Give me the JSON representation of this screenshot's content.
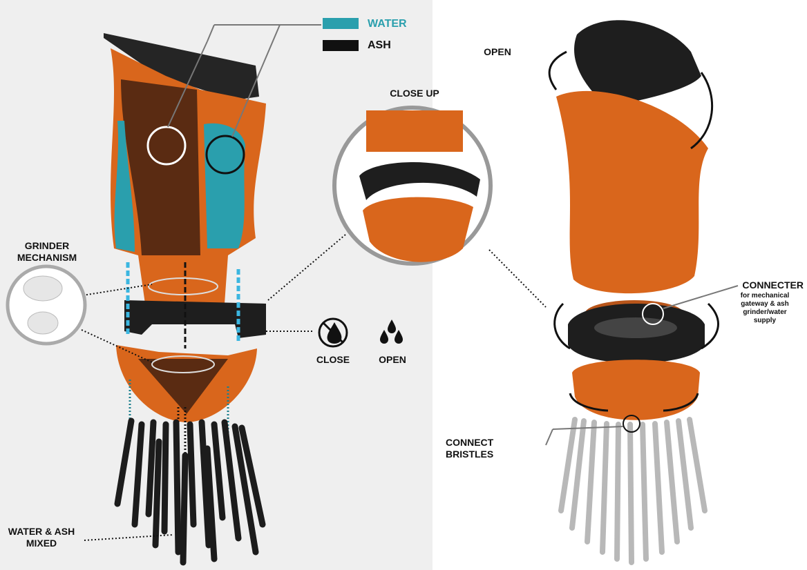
{
  "legend": {
    "water": {
      "label": "WATER",
      "color": "#2a9fad"
    },
    "ash": {
      "label": "ASH",
      "color": "#111111"
    }
  },
  "labels": {
    "grinder": "GRINDER\nMECHANISM",
    "close_up": "CLOSE UP",
    "close": "CLOSE",
    "open_icon": "OPEN",
    "open_lid": "OPEN",
    "mixed": "WATER & ASH\nMIXED",
    "connecter_title": "CONNECTER",
    "connecter_desc": "for mechanical\ngateway & ash\ngrinder/water\nsupply",
    "bristles": "CONNECT\nBRISTLES"
  },
  "icons": [
    "no-water-icon",
    "water-drops-icon"
  ],
  "colors": {
    "orange": "#d9661c",
    "dark": "#1c1c1c",
    "teal": "#2a9fad",
    "bristle_gray": "#b8b8b8",
    "arrow_blue": "#3bb6e0"
  }
}
